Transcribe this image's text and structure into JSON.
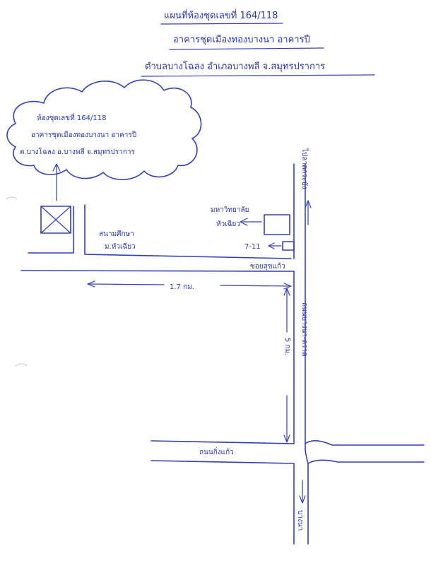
{
  "header": {
    "line1": "แผนที่ห้องชุดเลขที่ 164/118",
    "line2": "อาคารชุดเมืองทองบางนา อาคารปี",
    "line3": "ตำบลบางโฉลง อำเภอบางพลี จ.สมุทรปราการ"
  },
  "cloud": {
    "line1": "ห้องชุดเลขที่ 164/118",
    "line2": "อาคารชุดเมืองทองบางนา อาคารปี",
    "line3": "ต.บางโฉลง อ.บางพลี จ.สมุทรปราการ"
  },
  "labels": {
    "stadium_line1": "สนามศึกษา",
    "stadium_line2": "ม.หัวเฉียว",
    "university_line1": "มหาวิทยาลัย",
    "university_line2": "หัวเฉียว",
    "seven_eleven": "7-11",
    "soi": "ซอยสุขแก้ว",
    "distance_horizontal": "1.7 กม.",
    "distance_vertical": "5 กม.",
    "road_bangna_trad": "ถนนบางนา-ตราด",
    "road_king_kaeo": "ถนนกิ่งแก้ว",
    "to_top": "ไปลาดกระบัง",
    "to_bottom": "บางนา"
  }
}
